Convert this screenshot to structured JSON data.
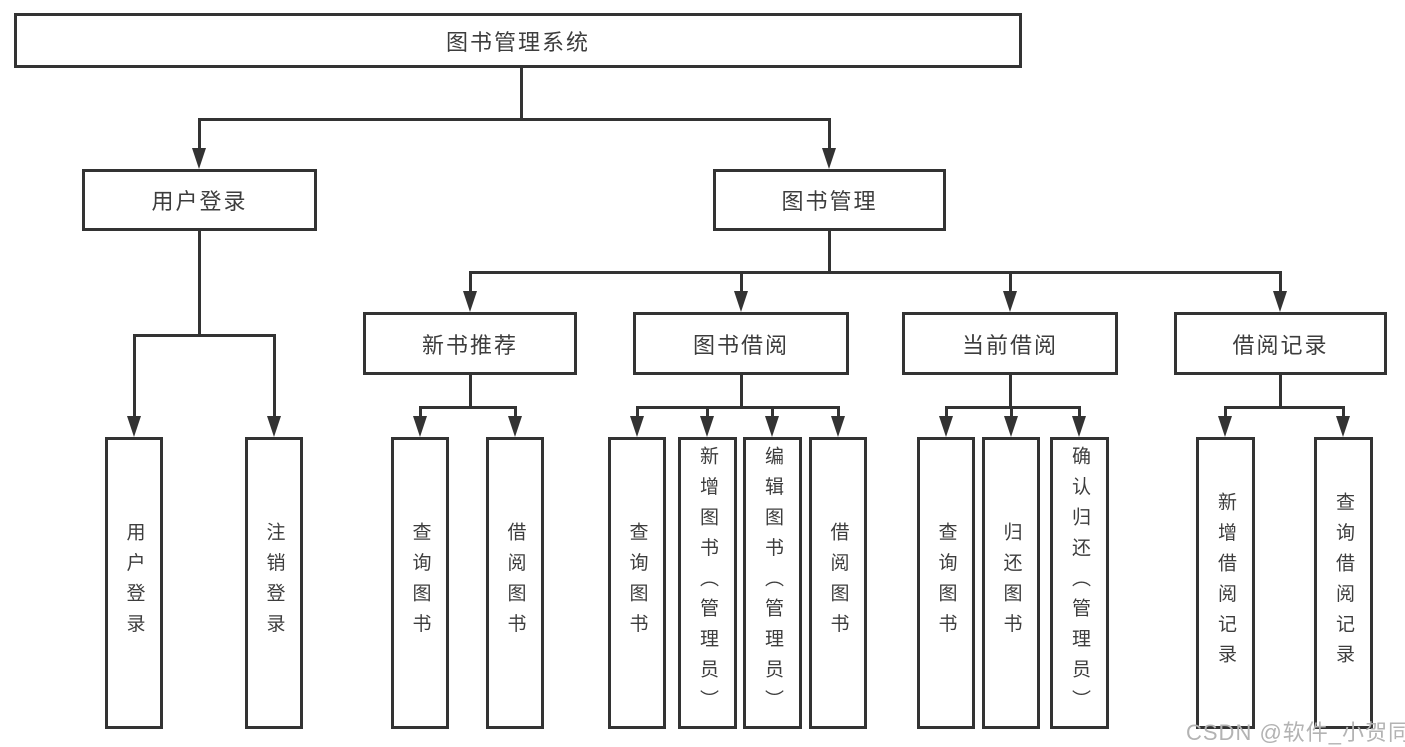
{
  "diagram": {
    "nodes": {
      "root": "图书管理系统",
      "l2": [
        "用户登录",
        "图书管理"
      ],
      "l3": [
        "新书推荐",
        "图书借阅",
        "当前借阅",
        "借阅记录"
      ],
      "leaves": [
        "用户登录",
        "注销登录",
        "查询图书",
        "借阅图书",
        "查询图书",
        "新增图书（管理员）",
        "编辑图书（管理员）",
        "借阅图书",
        "查询图书",
        "归还图书",
        "确认归还（管理员）",
        "新增借阅记录",
        "查询借阅记录"
      ]
    },
    "structure": {
      "图书管理系统": {
        "用户登录": [
          "用户登录",
          "注销登录"
        ],
        "图书管理": {
          "新书推荐": [
            "查询图书",
            "借阅图书"
          ],
          "图书借阅": [
            "查询图书",
            "新增图书（管理员）",
            "编辑图书（管理员）",
            "借阅图书"
          ],
          "当前借阅": [
            "查询图书",
            "归还图书",
            "确认归还（管理员）"
          ],
          "借阅记录": [
            "新增借阅记录",
            "查询借阅记录"
          ]
        }
      }
    },
    "colors": {
      "line": "#333333",
      "node_border": "#333333",
      "node_text": "#3d3d3d",
      "background": "#ffffff",
      "watermark_text": "#b3b3b3"
    }
  },
  "watermark": {
    "text": "CSDN @软件_小贺同学"
  }
}
